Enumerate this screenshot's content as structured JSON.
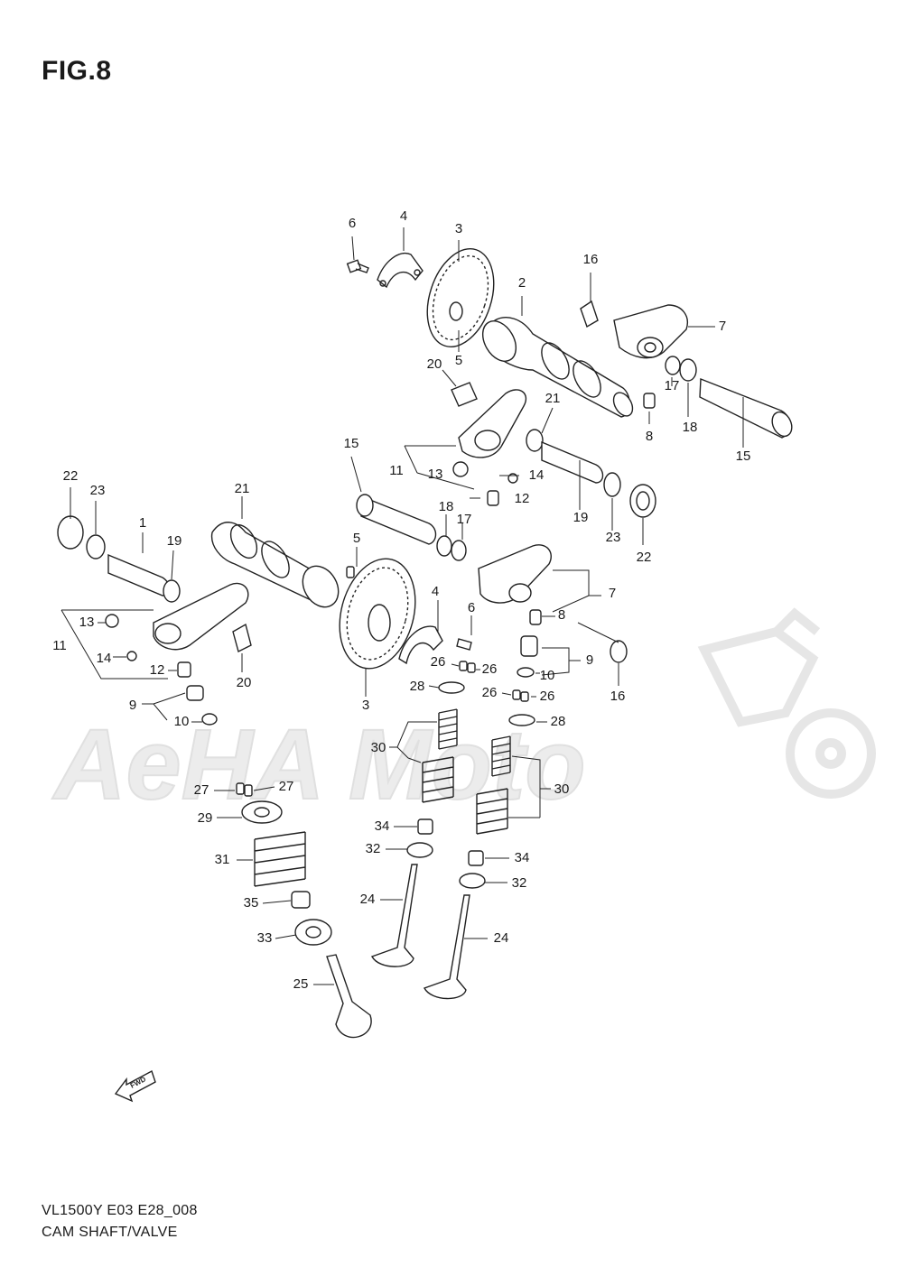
{
  "figure": {
    "title": "FIG.8"
  },
  "watermark": {
    "text": "AeHA Moto"
  },
  "fwd_label": "FWD",
  "footer": {
    "model_code": "VL1500Y  E03  E28_008",
    "section_name": "CAM SHAFT/VALVE"
  },
  "callouts": [
    {
      "label": "6"
    },
    {
      "label": "4"
    },
    {
      "label": "3"
    },
    {
      "label": "16"
    },
    {
      "label": "2"
    },
    {
      "label": "7"
    },
    {
      "label": "5"
    },
    {
      "label": "20"
    },
    {
      "label": "21"
    },
    {
      "label": "17"
    },
    {
      "label": "18"
    },
    {
      "label": "8"
    },
    {
      "label": "15"
    },
    {
      "label": "15"
    },
    {
      "label": "11"
    },
    {
      "label": "13"
    },
    {
      "label": "14"
    },
    {
      "label": "12"
    },
    {
      "label": "18"
    },
    {
      "label": "17"
    },
    {
      "label": "19"
    },
    {
      "label": "23"
    },
    {
      "label": "22"
    },
    {
      "label": "22"
    },
    {
      "label": "23"
    },
    {
      "label": "1"
    },
    {
      "label": "19"
    },
    {
      "label": "21"
    },
    {
      "label": "5"
    },
    {
      "label": "7"
    },
    {
      "label": "8"
    },
    {
      "label": "4"
    },
    {
      "label": "6"
    },
    {
      "label": "9"
    },
    {
      "label": "26"
    },
    {
      "label": "26"
    },
    {
      "label": "10"
    },
    {
      "label": "16"
    },
    {
      "label": "13"
    },
    {
      "label": "11"
    },
    {
      "label": "14"
    },
    {
      "label": "12"
    },
    {
      "label": "20"
    },
    {
      "label": "3"
    },
    {
      "label": "9"
    },
    {
      "label": "10"
    },
    {
      "label": "28"
    },
    {
      "label": "26"
    },
    {
      "label": "26"
    },
    {
      "label": "28"
    },
    {
      "label": "30"
    },
    {
      "label": "30"
    },
    {
      "label": "27"
    },
    {
      "label": "27"
    },
    {
      "label": "29"
    },
    {
      "label": "34"
    },
    {
      "label": "32"
    },
    {
      "label": "34"
    },
    {
      "label": "32"
    },
    {
      "label": "31"
    },
    {
      "label": "35"
    },
    {
      "label": "24"
    },
    {
      "label": "24"
    },
    {
      "label": "33"
    },
    {
      "label": "25"
    }
  ]
}
